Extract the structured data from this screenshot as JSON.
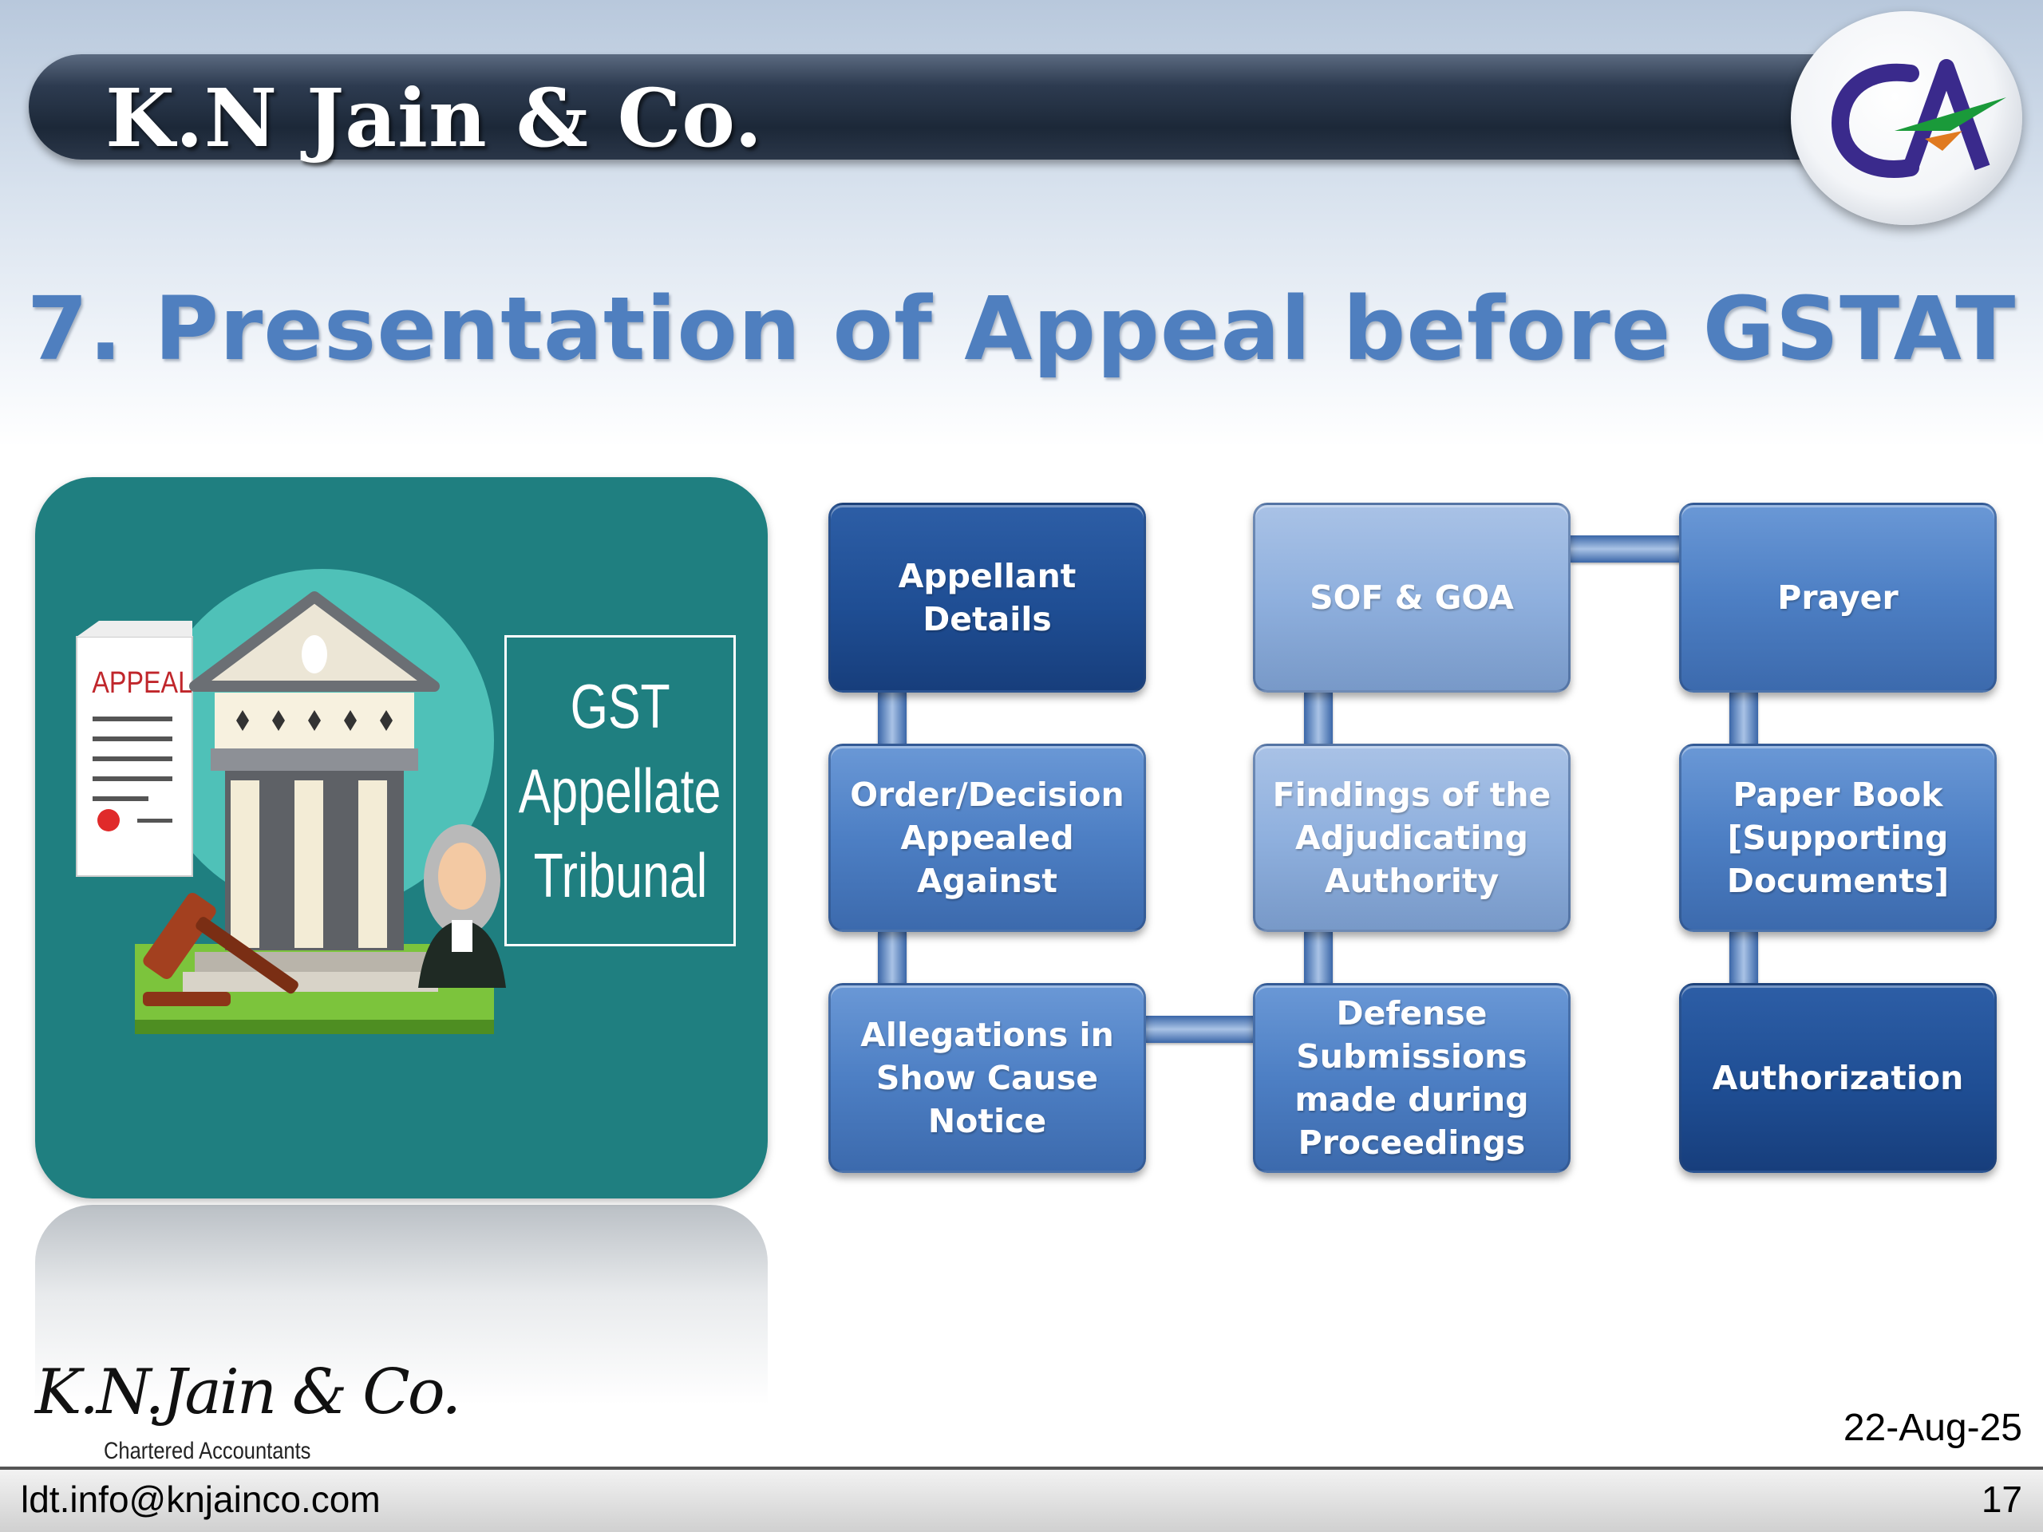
{
  "header": {
    "firm_name": "K.N Jain & Co."
  },
  "slide": {
    "title": "7. Presentation of Appeal before GSTAT"
  },
  "image_panel": {
    "appeal_label": "APPEAL",
    "gst_lines": [
      "GST",
      "Appellate",
      "Tribunal"
    ]
  },
  "flow": {
    "boxes": [
      {
        "id": "appellant",
        "label": "Appellant Details",
        "style": "dark"
      },
      {
        "id": "order",
        "label": "Order/Decision\nAppealed\nAgainst",
        "style": "mid"
      },
      {
        "id": "allegations",
        "label": "Allegations in\nShow Cause\nNotice",
        "style": "mid"
      },
      {
        "id": "defense",
        "label": "Defense\nSubmissions\nmade during\nProceedings",
        "style": "mid"
      },
      {
        "id": "findings",
        "label": "Findings of the\nAdjudicating\nAuthority",
        "style": "light"
      },
      {
        "id": "sof",
        "label": "SOF & GOA",
        "style": "light"
      },
      {
        "id": "prayer",
        "label": "Prayer",
        "style": "mid"
      },
      {
        "id": "paperbook",
        "label": "Paper Book\n[Supporting\nDocuments]",
        "style": "mid"
      },
      {
        "id": "authorization",
        "label": "Authorization",
        "style": "dark"
      }
    ]
  },
  "footer": {
    "logo_text": "K.N.Jain & Co.",
    "logo_sub": "Chartered Accountants",
    "date": "22-Aug-25",
    "email": "ldt.info@knjainco.com",
    "page": "17"
  },
  "colors": {
    "title_blue": "#4f7fbf",
    "header_dark": "#1c2838",
    "panel_teal": "#1f7f80",
    "box_dark": "#1f4e94",
    "box_mid": "#4d7fc4",
    "box_light": "#8fb0de"
  }
}
